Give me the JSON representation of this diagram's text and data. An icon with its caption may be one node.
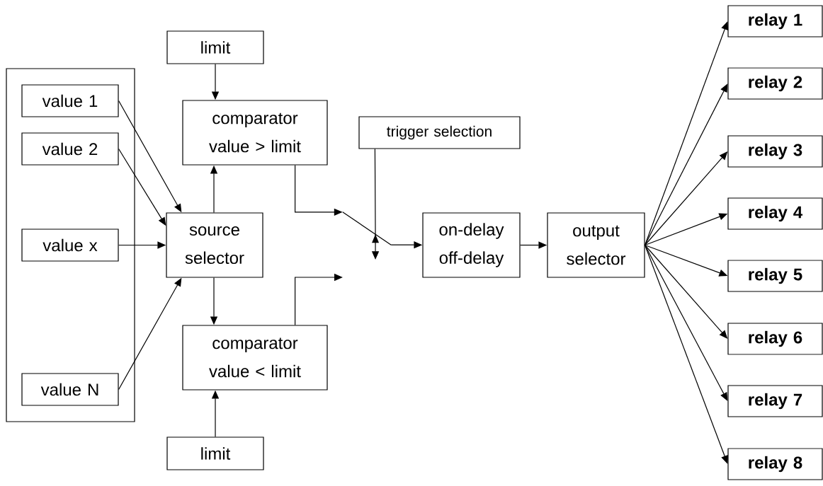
{
  "diagram": {
    "nodes": [
      {
        "text": [],
        "shape": "box"
      },
      {
        "text": [
          "value 1"
        ],
        "in": 0
      },
      {
        "text": [
          "value 2"
        ],
        "in": 0
      },
      {
        "text": [
          "value x"
        ],
        "in": 0
      },
      {
        "text": [
          "value N"
        ],
        "in": 0
      },
      {
        "text": [
          "limit"
        ]
      },
      {
        "text": [
          "comparator",
          "value > limit"
        ]
      },
      {
        "text": [
          "source selector"
        ]
      },
      {
        "text": [
          "comparator",
          "value < limit"
        ]
      },
      {
        "text": [
          "limit"
        ]
      },
      {
        "text": [
          "trigger selection"
        ]
      },
      {
        "text": [],
        "shape": "switch"
      },
      {
        "text": [
          "on-delay",
          "off-delay"
        ]
      },
      {
        "text": [
          "output selector"
        ]
      },
      {
        "text": [
          "relay 1"
        ]
      },
      {
        "text": [
          "relay 2"
        ]
      },
      {
        "text": [
          "relay 3"
        ]
      },
      {
        "text": [
          "relay 4"
        ]
      },
      {
        "text": [
          "relay 5"
        ]
      },
      {
        "text": [
          "relay 6"
        ]
      },
      {
        "text": [
          "relay 7"
        ]
      },
      {
        "text": [
          "relay 8"
        ]
      }
    ],
    "edges": [
      {
        "from": 1,
        "to": 7,
        "arrow": "to"
      },
      {
        "from": 2,
        "to": 7,
        "arrow": "to"
      },
      {
        "from": 3,
        "to": 7,
        "arrow": "to"
      },
      {
        "from": 4,
        "to": 7,
        "arrow": "to"
      },
      {
        "from": 5,
        "to": 6,
        "arrow": "to"
      },
      {
        "from": 7,
        "to": 6,
        "arrow": "to"
      },
      {
        "from": 7,
        "to": 8,
        "arrow": "to"
      },
      {
        "from": 9,
        "to": 8,
        "arrow": "to"
      },
      {
        "from": 6,
        "to": 11,
        "arrow": "to"
      },
      {
        "from": 8,
        "to": null,
        "arrow": "to"
      },
      {
        "from": 10,
        "to": 11,
        "arrow": "to"
      },
      {
        "from": 11,
        "to": 12,
        "arrow": "to"
      },
      {
        "from": 12,
        "to": 13,
        "arrow": "to"
      },
      {
        "from": 13,
        "to": 14,
        "arrow": "to"
      },
      {
        "from": 13,
        "to": 15,
        "arrow": "to"
      },
      {
        "from": 13,
        "to": 16,
        "arrow": "to"
      },
      {
        "from": 13,
        "to": 17,
        "arrow": "to"
      },
      {
        "from": 13,
        "to": 18,
        "arrow": "to"
      },
      {
        "from": 13,
        "to": 19,
        "arrow": "to"
      },
      {
        "from": 13,
        "to": 20,
        "arrow": "to"
      },
      {
        "from": 13,
        "to": 21,
        "arrow": "to"
      }
    ]
  }
}
